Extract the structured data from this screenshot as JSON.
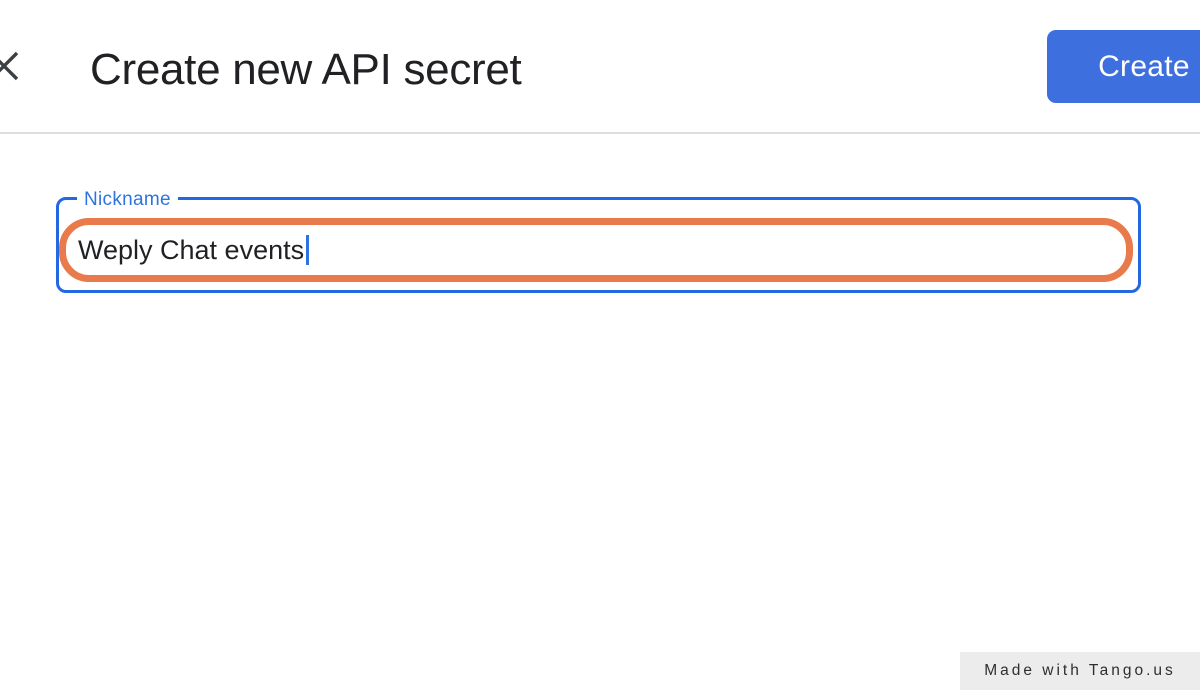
{
  "header": {
    "title": "Create new API secret",
    "create_button_label": "Create"
  },
  "form": {
    "nickname": {
      "label": "Nickname",
      "value": "Weply Chat events"
    }
  },
  "footer": {
    "badge_text": "Made with Tango.us"
  },
  "icons": {
    "close": "close-x"
  },
  "colors": {
    "accent_blue": "#2268e3",
    "label_blue": "#2d74e0",
    "button_blue": "#3d6fde",
    "highlight_orange": "#e97a4b",
    "divider_gray": "#dcdde2",
    "title_text": "#202124",
    "input_text": "#1f2124",
    "badge_bg": "#ececec",
    "badge_text_color": "#2e2e2e",
    "close_icon_color": "#3c4043"
  }
}
